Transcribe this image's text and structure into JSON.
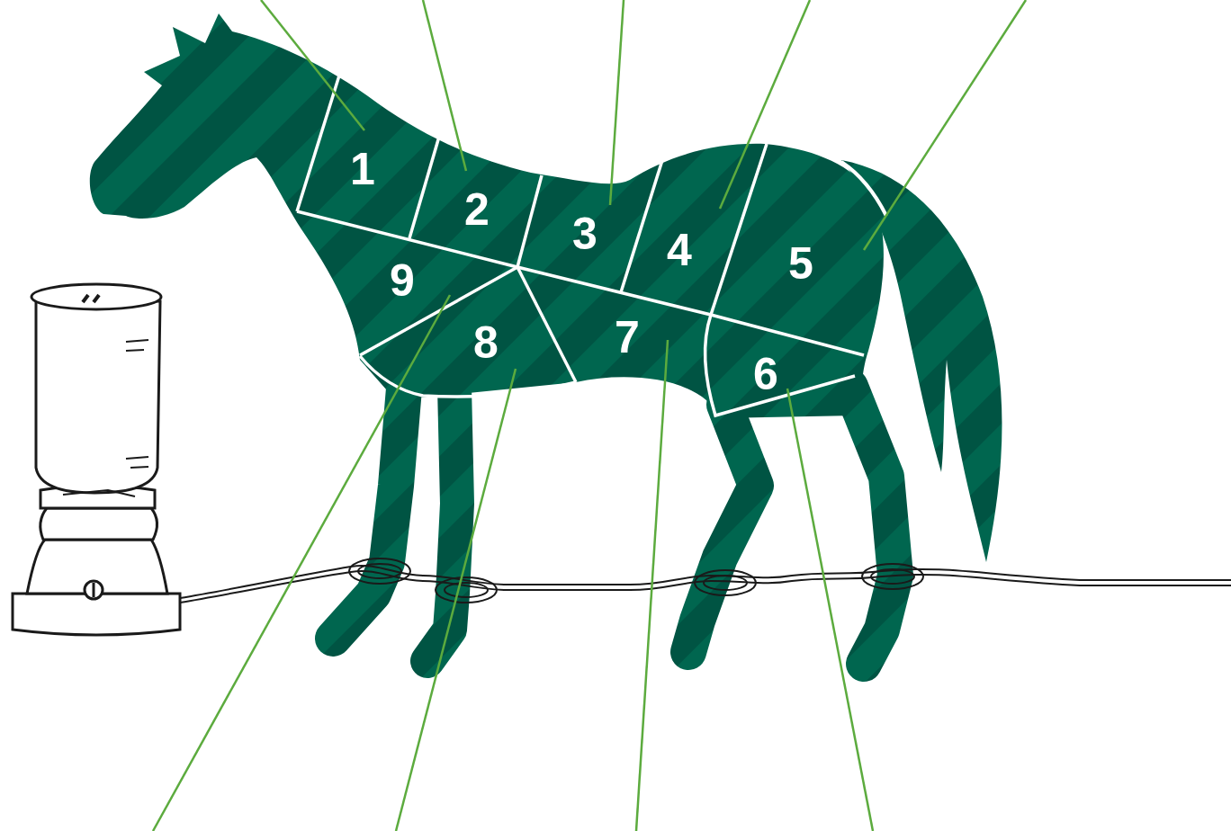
{
  "diagram": {
    "labels": [
      "1",
      "2",
      "3",
      "4",
      "5",
      "9",
      "8",
      "7",
      "6"
    ]
  }
}
